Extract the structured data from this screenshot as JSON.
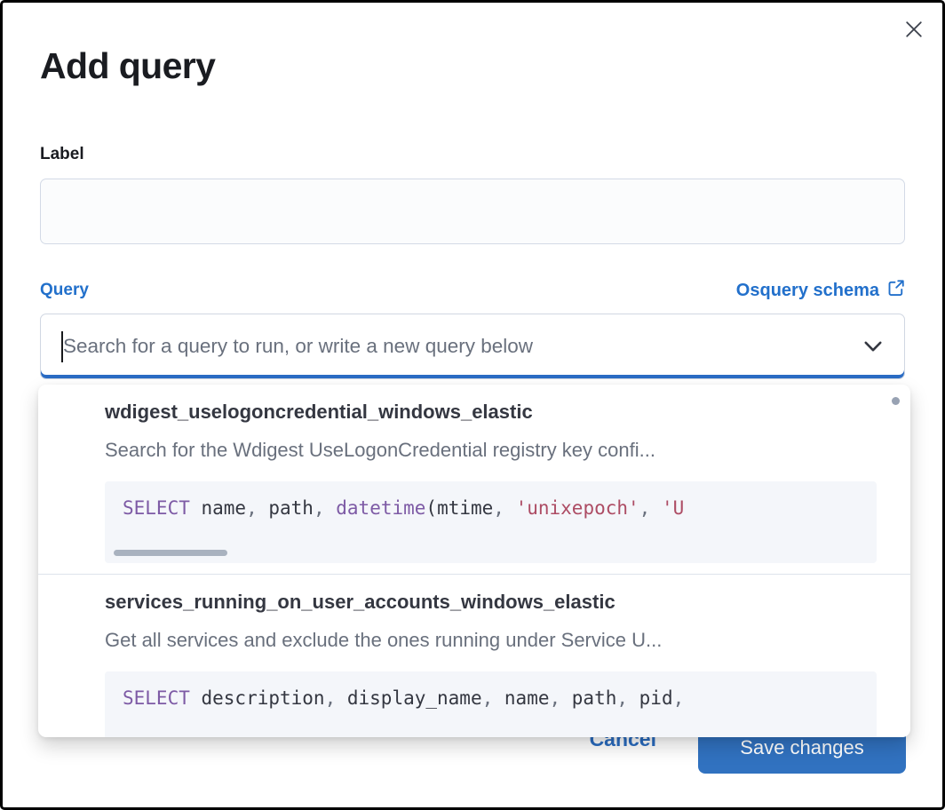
{
  "modal": {
    "title": "Add query"
  },
  "form": {
    "label_field": {
      "label": "Label",
      "value": ""
    },
    "query_field": {
      "label": "Query",
      "schema_link_label": "Osquery schema",
      "placeholder": "Search for a query to run, or write a new query below",
      "value": ""
    }
  },
  "dropdown": {
    "options": [
      {
        "title": "wdigest_uselogoncredential_windows_elastic",
        "description": "Search for the Wdigest UseLogonCredential registry key confi...",
        "code": [
          {
            "t": "SELECT",
            "y": "kw"
          },
          {
            "t": " name",
            "y": "id"
          },
          {
            "t": ",",
            "y": "pu"
          },
          {
            "t": " path",
            "y": "id"
          },
          {
            "t": ",",
            "y": "pu"
          },
          {
            "t": " ",
            "y": "id"
          },
          {
            "t": "datetime",
            "y": "kw"
          },
          {
            "t": "(mtime",
            "y": "id"
          },
          {
            "t": ",",
            "y": "pu"
          },
          {
            "t": " ",
            "y": "id"
          },
          {
            "t": "'unixepoch'",
            "y": "st"
          },
          {
            "t": ",",
            "y": "pu"
          },
          {
            "t": " ",
            "y": "id"
          },
          {
            "t": "'U",
            "y": "st"
          }
        ]
      },
      {
        "title": "services_running_on_user_accounts_windows_elastic",
        "description": "Get all services and exclude the ones running under Service U...",
        "code": [
          {
            "t": "SELECT",
            "y": "kw"
          },
          {
            "t": " description",
            "y": "id"
          },
          {
            "t": ",",
            "y": "pu"
          },
          {
            "t": " display_name",
            "y": "id"
          },
          {
            "t": ",",
            "y": "pu"
          },
          {
            "t": " name",
            "y": "id"
          },
          {
            "t": ",",
            "y": "pu"
          },
          {
            "t": " path",
            "y": "id"
          },
          {
            "t": ",",
            "y": "pu"
          },
          {
            "t": " pid",
            "y": "id"
          },
          {
            "t": ",",
            "y": "pu"
          }
        ]
      }
    ]
  },
  "footer": {
    "cancel_label": "Cancel",
    "save_label": "Save changes"
  },
  "colors": {
    "primary_blue": "#2270cb",
    "focus_underline": "#2b6cc4",
    "save_button_blue": "#3172c0",
    "text_dark": "#1a1c21",
    "option_title_text": "#343741",
    "muted_text": "#69707d",
    "code_background": "#f4f6fa",
    "code_keyword": "#7d5aa5",
    "code_string": "#ad4c64",
    "code_punctuation": "#69707d",
    "input_border": "#d3dae6",
    "input_background": "#fbfcfd",
    "scrollbar_thumb": "#98a2b3"
  }
}
